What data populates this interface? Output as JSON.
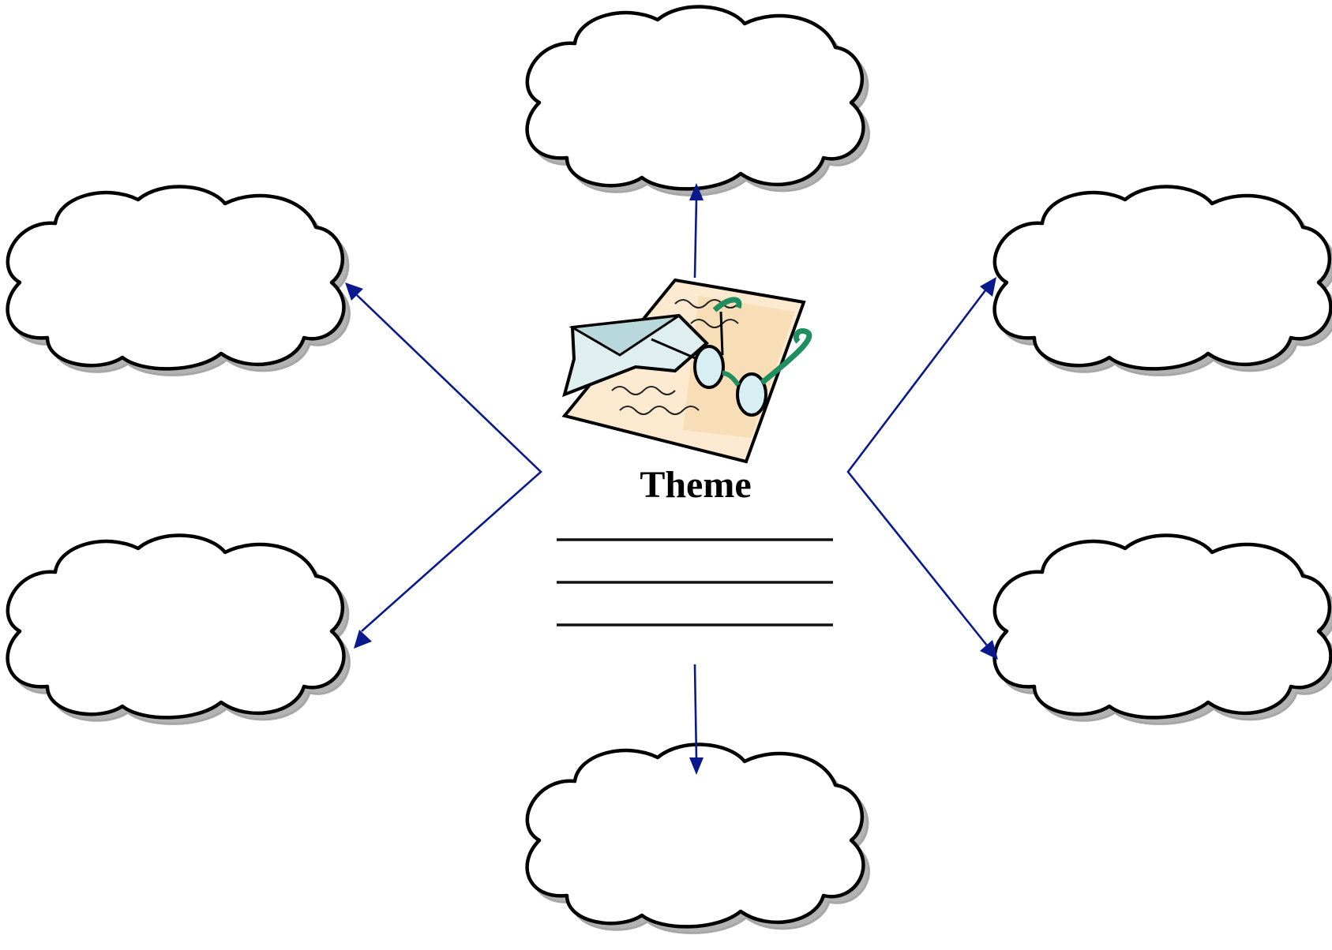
{
  "theme": {
    "label": "Theme"
  },
  "clouds": [
    {
      "id": "top",
      "text": ""
    },
    {
      "id": "upper-left",
      "text": ""
    },
    {
      "id": "upper-right",
      "text": ""
    },
    {
      "id": "lower-left",
      "text": ""
    },
    {
      "id": "lower-right",
      "text": ""
    },
    {
      "id": "bottom",
      "text": ""
    }
  ],
  "writing_lines": 3,
  "icons": {
    "center": "letter-and-glasses-icon"
  },
  "colors": {
    "arrow": "#0a1a8c",
    "cloud_outline": "#000000",
    "cloud_fill": "#ffffff",
    "cloud_shadow": "#b3b3b3"
  }
}
